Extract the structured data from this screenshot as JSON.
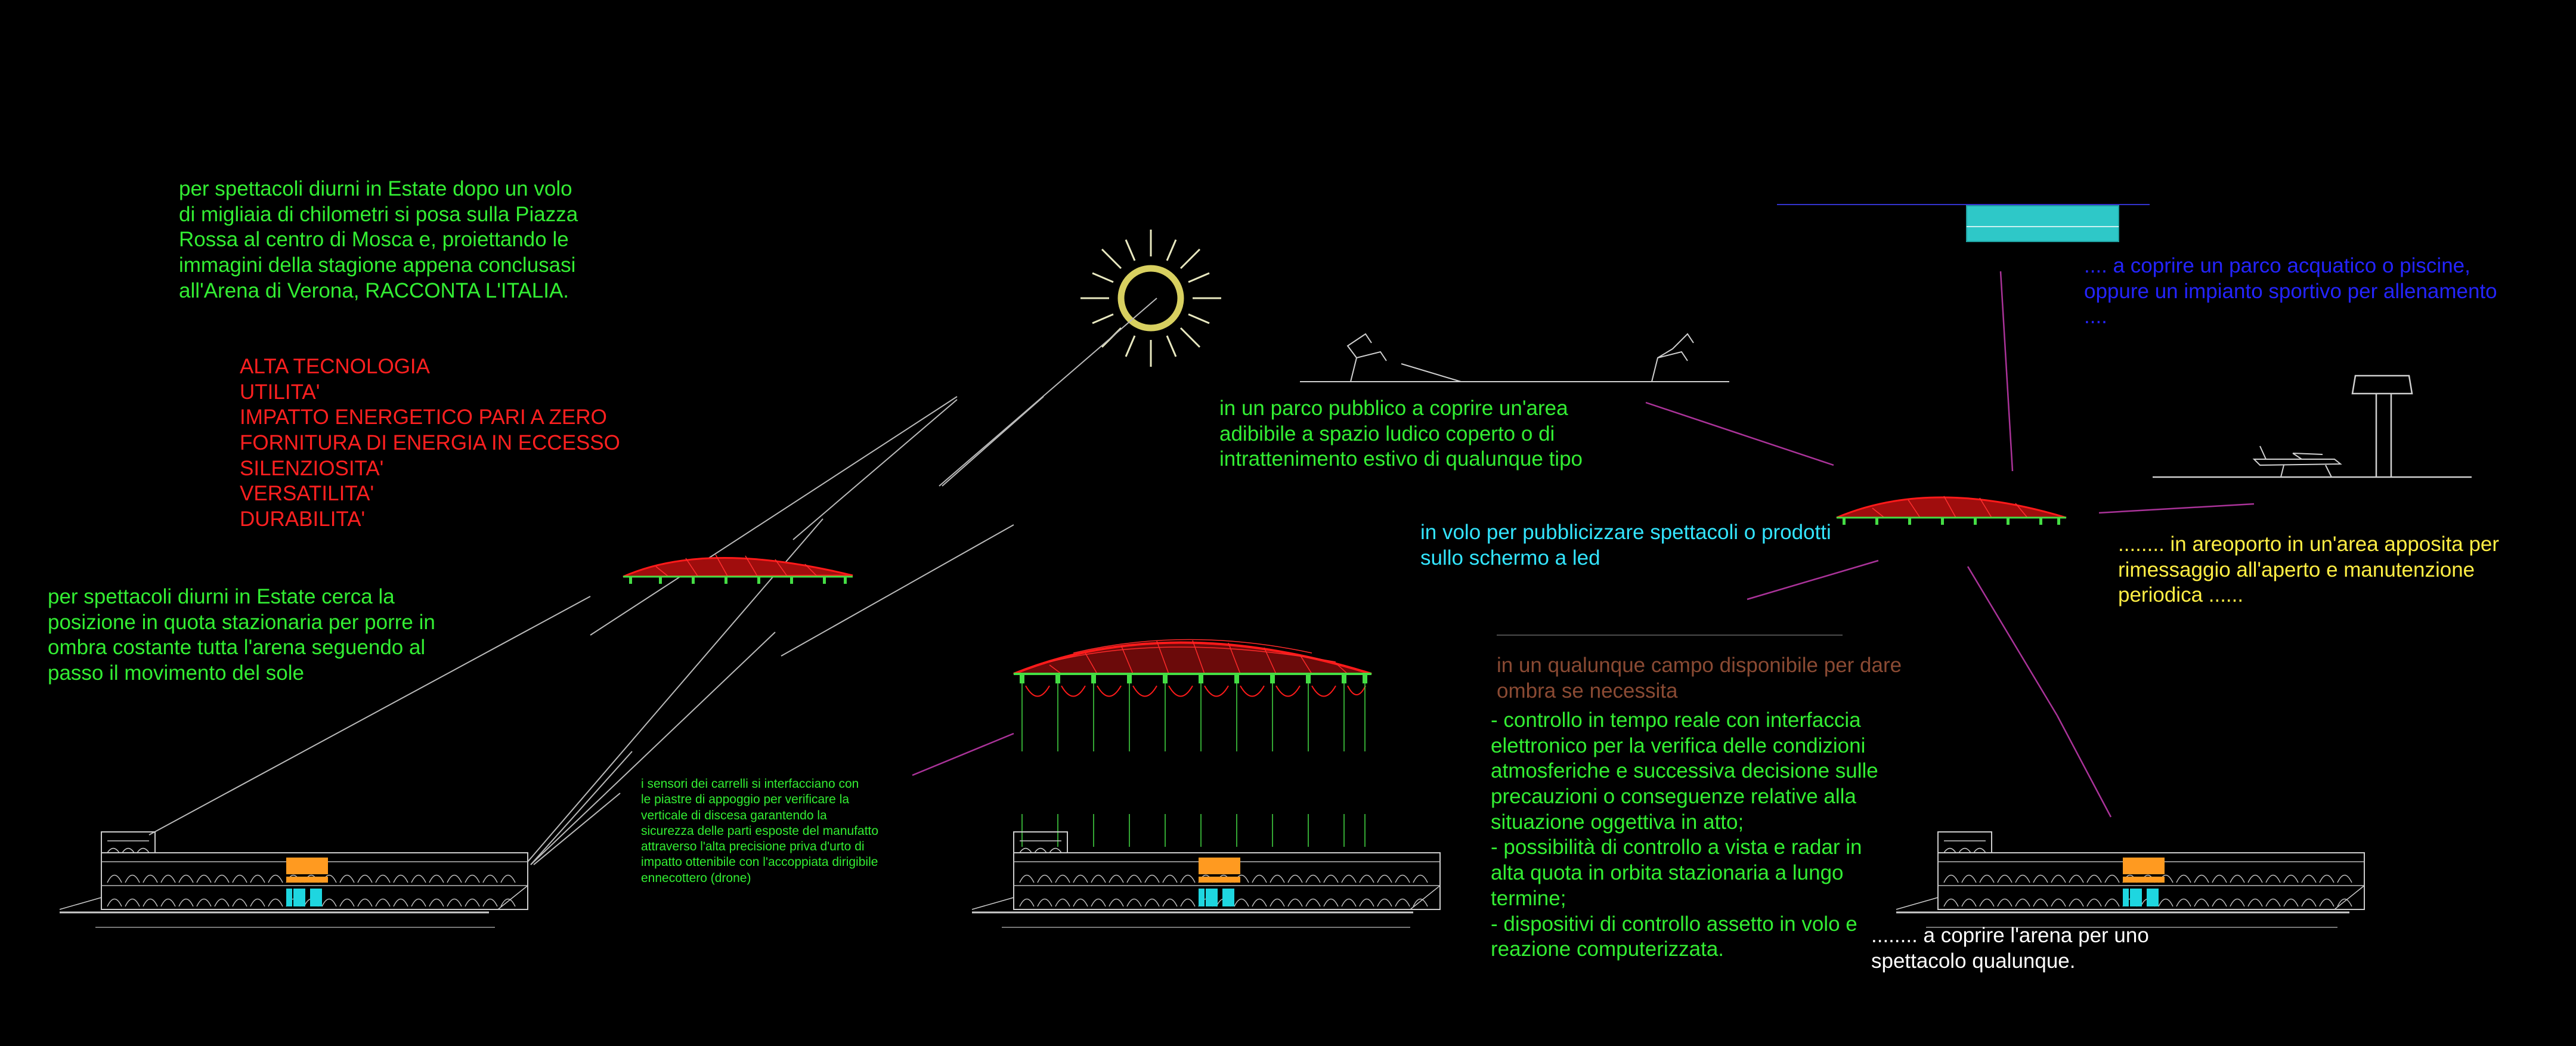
{
  "colors": {
    "background": "#000000",
    "green_text": "#33ee33",
    "red_text": "#ff2020",
    "blue_text": "#2424ff",
    "cyan_text": "#33e5ff",
    "yellow_text": "#ffee44",
    "brown_text": "#8a4a33",
    "white_text": "#ffffff",
    "sun": "#d8d060",
    "dome_red": "#ff1a1a",
    "support_green": "#44dd44",
    "arena_white": "#cccccc",
    "arena_orange": "#ff9a20",
    "arena_cyan": "#1ed6e0",
    "pool_cyan": "#2ec8c8",
    "connector_purple": "#aa3399"
  },
  "texts": {
    "moscow": "per spettacoli diurni in Estate dopo un volo\ndi migliaia di chilometri si posa sulla Piazza\nRossa al centro di Mosca e, proiettando le\nimmagini della stagione appena conclusasi\nall'Arena di Verona, RACCONTA L'ITALIA.",
    "features": "ALTA TECNOLOGIA\nUTILITA'\nIMPATTO ENERGETICO PARI A ZERO\nFORNITURA DI ENERGIA IN ECCESSO\nSILENZIOSITA'\nVERSATILITA'\nDURABILITA'",
    "shade": "per spettacoli diurni in Estate cerca la\nposizione in quota stazionaria per porre in\nombra costante tutta l'arena seguendo al\npasso il movimento del sole",
    "sensors": "i sensori dei carrelli si interfacciano con\nle piastre di appoggio per verificare la\nverticale di discesa garantendo la\nsicurezza delle parti esposte del manufatto\nattraverso l'alta precisione priva d'urto di\nimpatto ottenibile con l'accoppiata dirigibile\nennecottero (drone)",
    "park": "in un parco pubblico a coprire un'area\nadibibile a spazio ludico coperto o di\nintrattenimento estivo di qualunque tipo",
    "pool": ".... a coprire un parco acquatico o piscine,\noppure un impianto sportivo per allenamento\n....",
    "advertise": "in volo per pubblicizzare spettacoli o prodotti\nsullo schermo a led",
    "airport": "........ in areoporto in un'area apposita per\nrimessaggio all'aperto e manutenzione\nperiodica ......",
    "field": "in un qualunque campo disponibile per dare\nombra se necessita",
    "control": "- controllo in tempo reale con interfaccia\nelettronico per la verifica delle condizioni\natmosferiche e successiva decisione sulle\nprecauzioni o conseguenze relative alla\nsituazione oggettiva in atto;\n- possibilità di controllo a vista e radar in\nalta quota in orbita stazionaria a lungo\ntermine;\n- dispositivi di controllo assetto in volo e\nreazione computerizzata.",
    "arena": "........ a coprire l'arena per uno\nspettacolo qualunque."
  }
}
